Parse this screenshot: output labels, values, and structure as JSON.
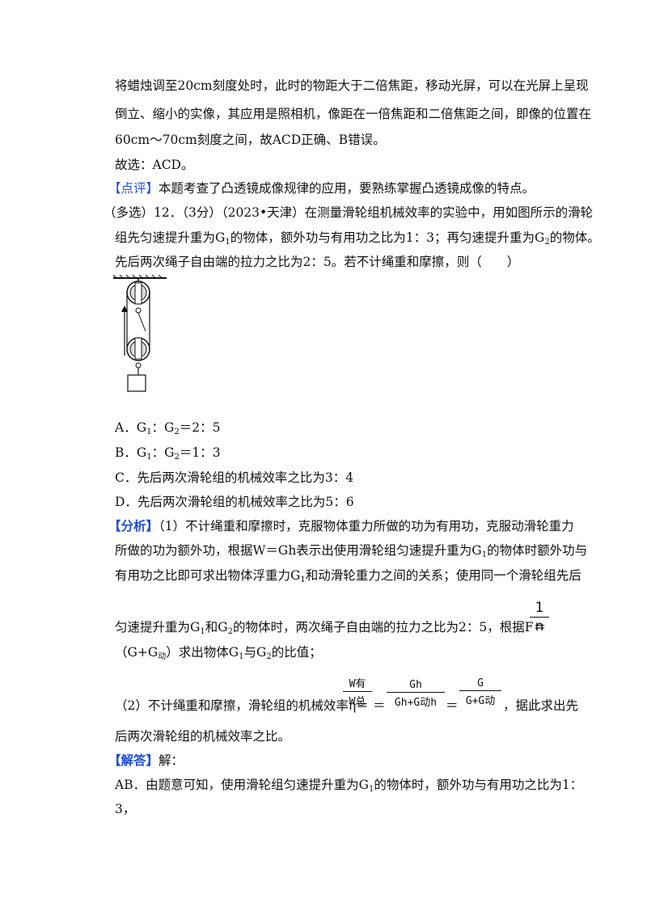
{
  "paragraphs": {
    "p1": "将蜡烛调至20cm刻度处时，此时的物距大于二倍焦距，移动光屏，可以在光屏上呈现",
    "p2": "倒立、缩小的实像，其应用是照相机，像距在一倍焦距和二倍焦距之间，即像的位置在",
    "p3": "60cm～70cm刻度之间，故ACD正确、B错误。",
    "p4": "故选：ACD。"
  },
  "comment": {
    "tag": "【点评】",
    "text": "本题考查了凸透镜成像规律的应用，要熟练掌握凸透镜成像的特点。"
  },
  "question": {
    "line1": "（多选）12．（3分）（2023•天津）在测量滑轮组机械效率的实验中，用如图所示的滑轮",
    "line2_a": "组先匀速提升重为G",
    "line2_b": "的物体，额外功与有用功之比为1：3；再匀速提升重为G",
    "line2_c": "的物体。",
    "line3": "先后两次绳子自由端的拉力之比为2：5。若不计绳重和摩擦，则（　　）",
    "sub1": "1",
    "sub2": "2"
  },
  "options": {
    "A_a": "A．G",
    "A_b": "：G",
    "A_c": "＝2：5",
    "B_a": "B．G",
    "B_b": "：G",
    "B_c": "＝1：3",
    "C": "C．先后两次滑轮组的机械效率之比为3：4",
    "D": "D．先后两次滑轮组的机械效率之比为5：6"
  },
  "analysis": {
    "tag": "【分析】",
    "l1": "（1）不计绳重和摩擦时，克服物体重力所做的功为有用功，克服动滑轮重力",
    "l2_a": "所做的功为额外功，根据W＝Gh表示出使用滑轮组匀速提升重为G",
    "l2_b": "的物体时额外功与",
    "l3_a": "有用功之比即可求出物体浮重力G",
    "l3_b": "和动滑轮重力之间的关系；使用同一个滑轮组先后",
    "l4_a": "匀速提升重为G",
    "l4_b": "和G",
    "l4_c": "的物体时，两次绳子自由端的拉力之比为2：5，根据F＝",
    "frac_num": "1",
    "frac_den": "n",
    "l5_a": "（G+G",
    "l5_sub": "动",
    "l5_b": "）求出物体G",
    "l5_c": "与G",
    "l5_d": "的比值；",
    "l6_a": "（2）不计绳重和摩擦，滑轮组的机械效率η＝",
    "eff_f1_num": "W有",
    "eff_f1_den": "W总",
    "eff_f2_num": "Gh",
    "eff_f2_den": "Gh+G动h",
    "eff_f3_num": "G",
    "eff_f3_den": "G+G动",
    "eq": "＝",
    "l6_b": "，据此求出先",
    "l7": "后两次滑轮组的机械效率之比。"
  },
  "answer": {
    "tag": "【解答】",
    "text": "解：",
    "l1_a": "AB．由题意可知，使用滑轮组匀速提升重为G",
    "l1_b": "的物体时，额外功与有用功之比为1：",
    "l2": "3，"
  }
}
